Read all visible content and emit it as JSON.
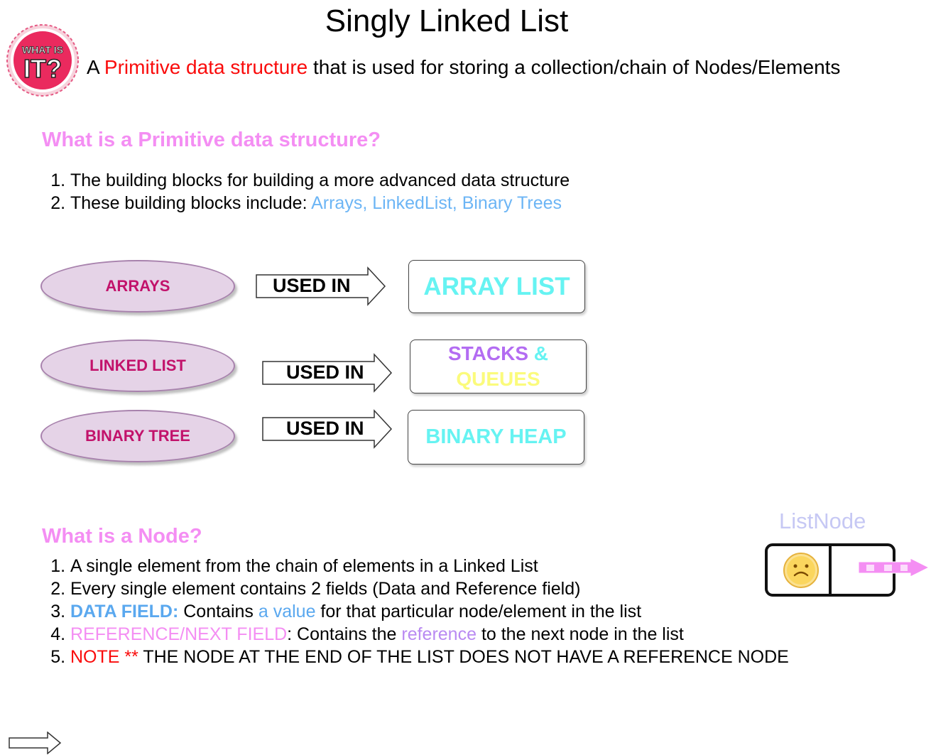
{
  "title": "Singly Linked List",
  "badge": {
    "line1": "WHAT IS",
    "line2": "IT?",
    "icon": "what-is-it-badge"
  },
  "subtitle": {
    "prefix": "A ",
    "highlight": "Primitive data structure",
    "rest": " that is used for storing a collection/chain of Nodes/Elements"
  },
  "section1": {
    "heading": "What is a Primitive data structure?",
    "item1": "The building blocks for building a more advanced data structure",
    "item2_prefix": "These building blocks include: ",
    "item2_highlight": "Arrays, LinkedList, Binary Trees"
  },
  "diagram": {
    "rows": [
      {
        "source": "ARRAYS",
        "arrow": "USED  IN",
        "target": "ARRAY LIST"
      },
      {
        "source": "LINKED LIST",
        "arrow": "USED  IN",
        "target_part1": "STACKS",
        "target_amp": " &",
        "target_part2": "QUEUES"
      },
      {
        "source": "BINARY TREE",
        "arrow": "USED  IN",
        "target": "BINARY HEAP"
      }
    ]
  },
  "section2": {
    "heading": "What is a Node?",
    "item1": "A single element from the chain of elements in a Linked List",
    "item2": "Every single element contains 2 fields (Data and Reference field)",
    "item3_label": "DATA FIELD:",
    "item3_a": " Contains ",
    "item3_highlight": "a value",
    "item3_b": " for that particular node/element in the list",
    "item4_label": "REFERENCE/NEXT FIELD",
    "item4_a": ": Contains the ",
    "item4_highlight": "reference",
    "item4_b": " to the next node in the list",
    "item5_label": "NOTE **",
    "item5_rest": " THE NODE AT THE END OF THE LIST DOES NOT HAVE A REFERENCE NODE"
  },
  "listnode": {
    "label": "ListNode",
    "data_icon": "smiley-face-icon",
    "pointer_icon": "pointer-arrow-icon"
  },
  "colors": {
    "heading": "#f48ef3",
    "highlight_red": "#fa0b0b",
    "highlight_blue": "#6cb5f5",
    "ellipse_fill": "#e5d3e7",
    "ellipse_text": "#c2126b",
    "cyan": "#66f3f2",
    "purple": "#b36cf2",
    "yellow": "#fbfb7c"
  }
}
